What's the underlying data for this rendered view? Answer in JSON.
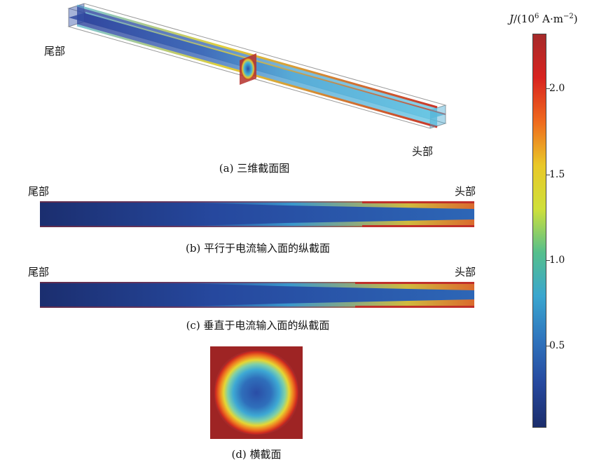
{
  "panel_a": {
    "caption": "(a) 三维截面图",
    "tail_label": "尾部",
    "head_label": "头部"
  },
  "panel_b": {
    "caption": "(b) 平行于电流输入面的纵截面",
    "tail_label": "尾部",
    "head_label": "头部"
  },
  "panel_c": {
    "caption": "(c) 垂直于电流输入面的纵截面",
    "tail_label": "尾部",
    "head_label": "头部"
  },
  "panel_d": {
    "caption": "(d) 横截面"
  },
  "colorbar": {
    "title_symbol": "J",
    "title_prefix": "/(10",
    "title_exp": "6",
    "title_unit": " A·m",
    "title_unit_exp": "−2",
    "title_close": ")",
    "ticks": [
      "2.0",
      "1.5",
      "1.0",
      "0.5"
    ],
    "colors": [
      "#a52a2a",
      "#d8231f",
      "#ef6a1e",
      "#e9c828",
      "#cfe03a",
      "#55bf8c",
      "#3aa6cf",
      "#2f74bd",
      "#26489e",
      "#1b2d6b"
    ]
  }
}
